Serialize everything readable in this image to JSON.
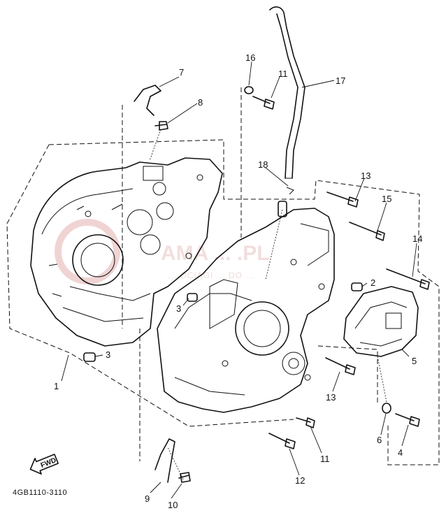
{
  "diagram": {
    "drawing_code": "4GB1110-3110",
    "fwd_label": "FWD",
    "watermark": {
      "brand": "AMA ... .PL",
      "sub": "... OCIĄGI ... DO ... "
    },
    "callouts": [
      {
        "id": "c1",
        "text": "1"
      },
      {
        "id": "c2",
        "text": "2"
      },
      {
        "id": "c3a",
        "text": "3"
      },
      {
        "id": "c3b",
        "text": "3"
      },
      {
        "id": "c4",
        "text": "4"
      },
      {
        "id": "c5",
        "text": "5"
      },
      {
        "id": "c6",
        "text": "6"
      },
      {
        "id": "c7",
        "text": "7"
      },
      {
        "id": "c8",
        "text": "8"
      },
      {
        "id": "c9",
        "text": "9"
      },
      {
        "id": "c10",
        "text": "10"
      },
      {
        "id": "c11a",
        "text": "11"
      },
      {
        "id": "c11b",
        "text": "11"
      },
      {
        "id": "c12",
        "text": "12"
      },
      {
        "id": "c13a",
        "text": "13"
      },
      {
        "id": "c13b",
        "text": "13"
      },
      {
        "id": "c14",
        "text": "14"
      },
      {
        "id": "c15",
        "text": "15"
      },
      {
        "id": "c16",
        "text": "16"
      },
      {
        "id": "c17",
        "text": "17"
      },
      {
        "id": "c18",
        "text": "18"
      }
    ]
  }
}
